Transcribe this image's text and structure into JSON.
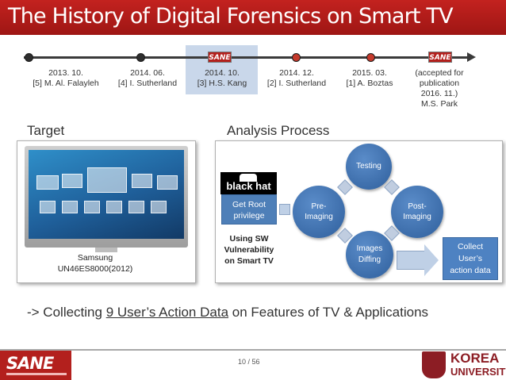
{
  "slide": {
    "title": "The History of Digital Forensics on Smart TV"
  },
  "timeline": {
    "events": [
      {
        "date": "2013. 10.",
        "ref": "[5] M. Al. Falayleh"
      },
      {
        "date": "2014. 06.",
        "ref": "[4] I. Sutherland"
      },
      {
        "date": "2014. 10.",
        "ref": "[3] H.S. Kang"
      },
      {
        "date": "2014. 12.",
        "ref": "[2] I. Sutherland"
      },
      {
        "date": "2015. 03.",
        "ref": "[1] A. Boztas"
      },
      {
        "date": "(accepted for publication",
        "ref": "2016. 11.)",
        "author": "M.S. Park"
      }
    ],
    "sane_marker": "SANE"
  },
  "target": {
    "heading": "Target",
    "caption_line1": "Samsung",
    "caption_line2": "UN46ES8000(2012)"
  },
  "analysis": {
    "heading": "Analysis Process",
    "blackhat_logo": "black hat",
    "root_box_line1": "Get Root",
    "root_box_line2": "privilege",
    "using_line1": "Using SW",
    "using_line2": "Vulnerability",
    "using_line3": "on Smart TV",
    "cycle": {
      "testing": "Testing",
      "pre_line1": "Pre-",
      "pre_line2": "Imaging",
      "post_line1": "Post-",
      "post_line2": "Imaging",
      "images_line1": "Images",
      "images_line2": "Diffing"
    },
    "collect_line1": "Collect",
    "collect_line2": "User’s",
    "collect_line3": "action data"
  },
  "summary": {
    "prefix": "-> Collecting ",
    "underlined": "9 User’s Action Data",
    "suffix": " on Features of TV & Applications"
  },
  "footer": {
    "logo": "SANE",
    "page": "10 / 56",
    "university_line1": "KOREA",
    "university_line2": "UNIVERSITY"
  },
  "colors": {
    "title_bar": "#b01d1b",
    "node_blue": "#3b6fae",
    "highlight": "#c9d7ea",
    "university": "#8c1d24"
  }
}
